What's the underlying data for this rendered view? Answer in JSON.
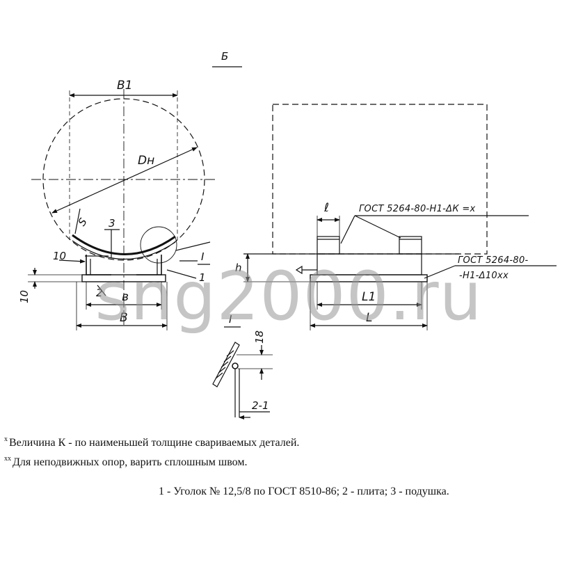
{
  "labels": {
    "view_b": "Б",
    "b1": "B1",
    "dn": "Dн",
    "s": "S",
    "three": "3",
    "ten_left": "10",
    "ten_vert": "10",
    "two": "2",
    "b_small": "в",
    "b_big": "B",
    "one": "1",
    "section_i": "I",
    "section_i2": "I",
    "l_small": "ℓ",
    "h": "h",
    "l1": "L1",
    "l_big": "L",
    "dim_18": "18",
    "dim_2_1": "2-1"
  },
  "gost_top": "ГОСТ 5264-80-Н1-ΔК =x",
  "gost_bottom_1": "ГОСТ 5264-80-",
  "gost_bottom_2": "-Н1-Δ10xx",
  "notes": {
    "note1_mark": "х",
    "note1": "Величина К - по наименьшей толщине свариваемых деталей.",
    "note2_mark": "хх",
    "note2": "Для неподвижных опор, варить сплошным швом.",
    "legend": "1 - Уголок № 12,5/8 по ГОСТ 8510-86; 2 - плита; 3 - подушка."
  },
  "watermark": "sng2000.ru"
}
